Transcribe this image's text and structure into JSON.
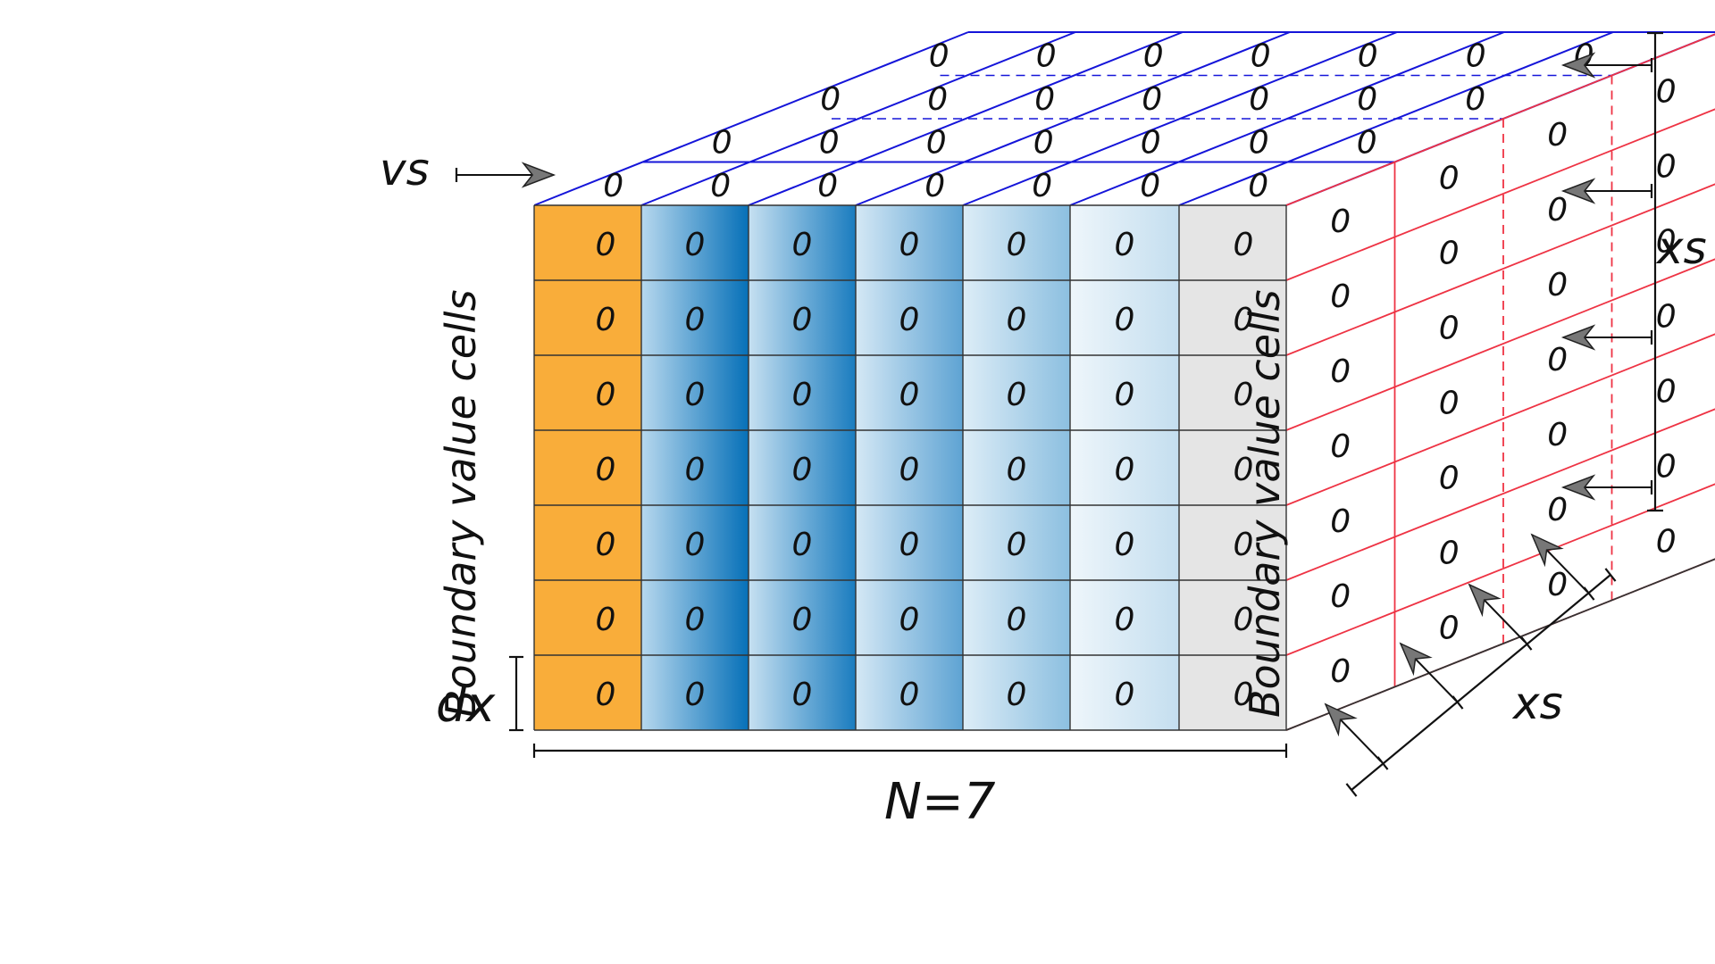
{
  "labels": {
    "vs": "vs",
    "xs_right": "xs",
    "xs_bottom": "xs",
    "dx": "dx",
    "n": "N=7",
    "boundary_left": "Boundary value cells",
    "boundary_right": "Boundary value cells"
  },
  "grid": {
    "cell_value": "0",
    "columns": 7,
    "rows": 7,
    "depth": 4
  },
  "colors": {
    "left_boundary": "#F9AD3A",
    "right_boundary": "#E5E5E5",
    "top_lines": "#1515D9",
    "side_lines": "#EE3344",
    "blue_dark": "#0670B8",
    "boundary_text_left": "#7A5C2E",
    "boundary_text_right": "#F0B4B4"
  },
  "column_gradients": [
    {
      "left": "#B7D8EE",
      "right": "#0670B8"
    },
    {
      "left": "#C6E0F1",
      "right": "#1A7CBF"
    },
    {
      "left": "#D4E8F5",
      "right": "#5EA3D3"
    },
    {
      "left": "#DDEDF7",
      "right": "#8CBFE0"
    },
    {
      "left": "#EEF6FB",
      "right": "#C4DEEF"
    }
  ]
}
